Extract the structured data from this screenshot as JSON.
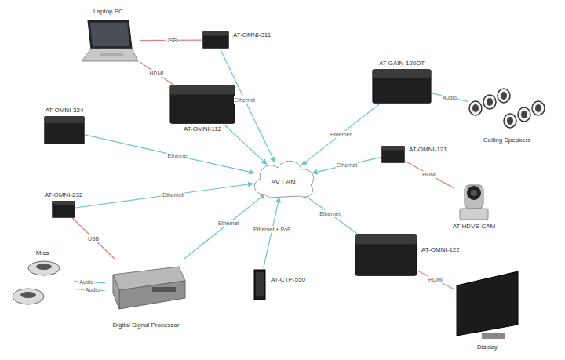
{
  "diagram": {
    "nodes": [
      {
        "text": [
          "Laptop PC"
        ]
      },
      {
        "text": [
          "AT-OMNI-311"
        ]
      },
      {
        "text": [
          "AT-OMNI-112"
        ]
      },
      {
        "text": [
          "AT-OMNI-324"
        ]
      },
      {
        "text": [
          "AT-GAIN-120DT"
        ]
      },
      {
        "text": [
          "Ceiling Speakers"
        ]
      },
      {
        "text": [
          "AT-OMNI-121"
        ]
      },
      {
        "text": [
          "AT-HDVS-CAM"
        ]
      },
      {
        "text": [
          "AV LAN"
        ]
      },
      {
        "text": [
          "AT-OMNI-232"
        ]
      },
      {
        "text": [
          "Mics"
        ]
      },
      {
        "text": [
          "Digital Signal Processor"
        ]
      },
      {
        "text": [
          "AT-CTP-550"
        ]
      },
      {
        "text": [
          "AT-OMNI-122"
        ]
      },
      {
        "text": [
          "Display"
        ]
      }
    ],
    "edges": [
      {
        "from": 0,
        "to": 1,
        "label": "USB",
        "arrow": "none"
      },
      {
        "from": 0,
        "to": 2,
        "label": "HDMI",
        "arrow": "none"
      },
      {
        "from": 1,
        "to": 8,
        "label": "Ethernet",
        "arrow": "to"
      },
      {
        "from": 2,
        "to": 8,
        "arrow": "to"
      },
      {
        "from": 3,
        "to": 8,
        "label": "Ethernet",
        "arrow": "to"
      },
      {
        "from": 4,
        "to": 8,
        "label": "Ethernet",
        "arrow": "to"
      },
      {
        "from": 4,
        "to": 5,
        "label": "Audio",
        "arrow": "none"
      },
      {
        "from": 6,
        "to": 8,
        "label": "Ethernet",
        "arrow": "to"
      },
      {
        "from": 6,
        "to": 7,
        "label": "HDMI",
        "arrow": "none"
      },
      {
        "from": 9,
        "to": 8,
        "label": "Ethernet",
        "arrow": "to"
      },
      {
        "from": 9,
        "to": 11,
        "label": "USB",
        "arrow": "none"
      },
      {
        "from": 11,
        "to": 8,
        "label": "Ethernet",
        "arrow": "to"
      },
      {
        "from": 10,
        "to": 11,
        "label": "Audio",
        "arrow": "none"
      },
      {
        "from": 10,
        "to": 11,
        "label": "Audio",
        "arrow": "none"
      },
      {
        "from": 12,
        "to": 8,
        "label": "Ethernet + PoE",
        "arrow": "to"
      },
      {
        "from": 13,
        "to": 8,
        "label": "Ethernet",
        "arrow": "to"
      },
      {
        "from": 13,
        "to": 14,
        "label": "HDMI",
        "arrow": "none"
      }
    ]
  }
}
